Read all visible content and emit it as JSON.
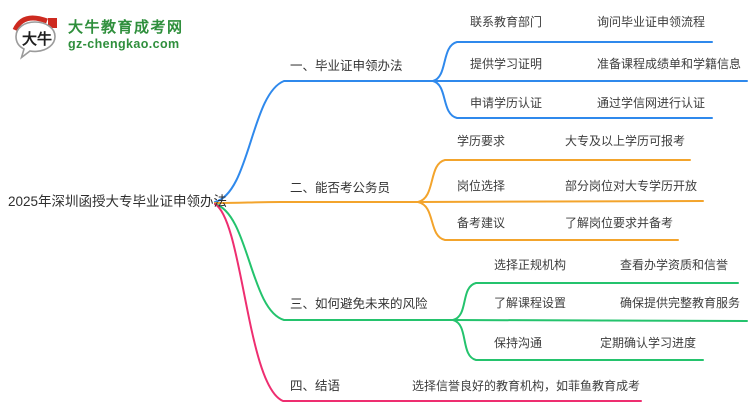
{
  "logo": {
    "title": "大牛教育成考网",
    "subtitle": "gz-chengkao.com",
    "brand_color": "#2f8f3c",
    "seal_color": "#cd2a20",
    "icon_name": "daniu-speech-bubble-logo",
    "icon_text": "大牛"
  },
  "root": {
    "label": "2025年深圳函授大专毕业证申领办法"
  },
  "branches": [
    {
      "label": "一、毕业证申领办法",
      "color": "#2f89ec",
      "children": [
        {
          "key": "联系教育部门",
          "value": "询问毕业证申领流程"
        },
        {
          "key": "提供学习证明",
          "value": "准备课程成绩单和学籍信息"
        },
        {
          "key": "申请学历认证",
          "value": "通过学信网进行认证"
        }
      ]
    },
    {
      "label": "二、能否考公务员",
      "color": "#f3a42c",
      "children": [
        {
          "key": "学历要求",
          "value": "大专及以上学历可报考"
        },
        {
          "key": "岗位选择",
          "value": "部分岗位对大专学历开放"
        },
        {
          "key": "备考建议",
          "value": "了解岗位要求并备考"
        }
      ]
    },
    {
      "label": "三、如何避免未来的风险",
      "color": "#24c36d",
      "children": [
        {
          "key": "选择正规机构",
          "value": "查看办学资质和信誉"
        },
        {
          "key": "了解课程设置",
          "value": "确保提供完整教育服务"
        },
        {
          "key": "保持沟通",
          "value": "定期确认学习进度"
        }
      ]
    },
    {
      "label": "四、结语",
      "color": "#ee2e70",
      "children": [
        {
          "key": "",
          "value": "选择信誉良好的教育机构，如菲鱼教育成考"
        }
      ]
    }
  ]
}
